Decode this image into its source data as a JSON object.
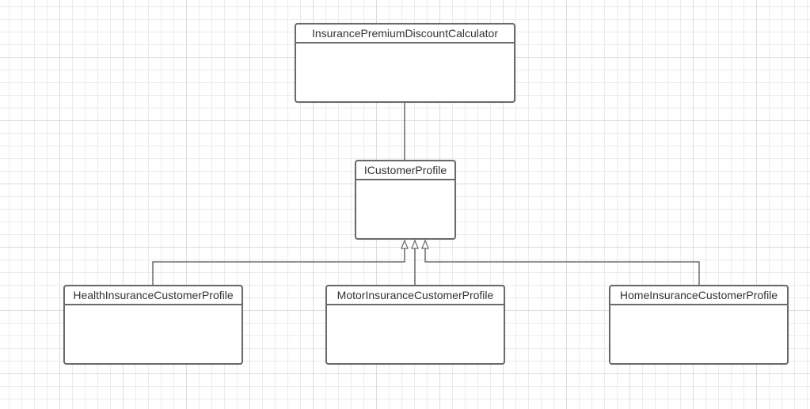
{
  "diagram": {
    "classes": {
      "calculator": {
        "name": "InsurancePremiumDiscountCalculator"
      },
      "interface": {
        "name": "ICustomerProfile"
      },
      "health": {
        "name": "HealthInsuranceCustomerProfile"
      },
      "motor": {
        "name": "MotorInsuranceCustomerProfile"
      },
      "home": {
        "name": "HomeInsuranceCustomerProfile"
      }
    },
    "relations": [
      {
        "from": "calculator",
        "to": "interface",
        "kind": "association"
      },
      {
        "from": "health",
        "to": "interface",
        "kind": "realization"
      },
      {
        "from": "motor",
        "to": "interface",
        "kind": "realization"
      },
      {
        "from": "home",
        "to": "interface",
        "kind": "realization"
      }
    ],
    "colors": {
      "border": "#6a6a6a",
      "line": "#6a6a6a",
      "text": "#333333",
      "background": "#ffffff"
    }
  }
}
